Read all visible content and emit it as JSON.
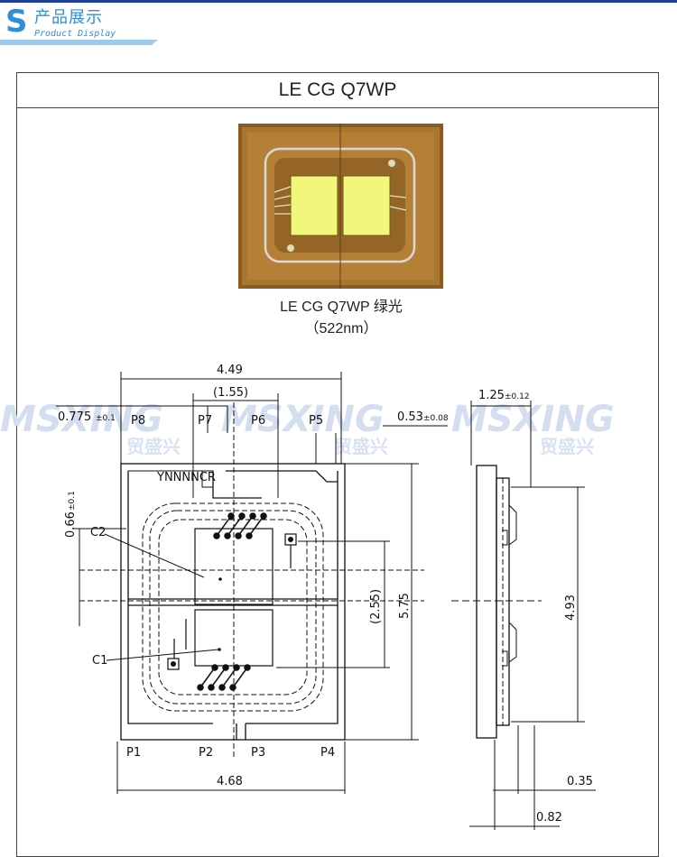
{
  "header": {
    "letter": "S",
    "title_cn": "产品展示",
    "title_en": "Product Display"
  },
  "product": {
    "title": "LE CG Q7WP",
    "caption_line1": "LE CG Q7WP  绿光",
    "caption_line2": "（522nm）"
  },
  "watermark": {
    "brand_en": "MSXING",
    "brand_cn": "贸盛兴"
  },
  "pins": {
    "top": [
      "P8",
      "P7",
      "P6",
      "P5"
    ],
    "bottom": [
      "P1",
      "P2",
      "P3",
      "P4"
    ]
  },
  "marking": "YNNNNCR",
  "components": [
    "C2",
    "C1"
  ],
  "dimensions": {
    "width_top": "4.49",
    "inner_top": "(1.55)",
    "offset_left": "0.775",
    "offset_left_tol": "±0.1",
    "offset_right": "0.53",
    "offset_right_tol": "±0.08",
    "pad_vertical": "0.66",
    "pad_vertical_tol": "±0.1",
    "gap_mid": "(2.55)",
    "height": "5.75",
    "width_bottom": "4.68",
    "thickness": "1.25",
    "thickness_tol": "±0.12",
    "side_height": "4.93",
    "side_a": "0.35",
    "side_b": "0.82"
  },
  "colors": {
    "accent": "#2f8fd8",
    "watermark": "#d3def0",
    "chip": "#f2f67a",
    "substrate": "#a8762f"
  }
}
